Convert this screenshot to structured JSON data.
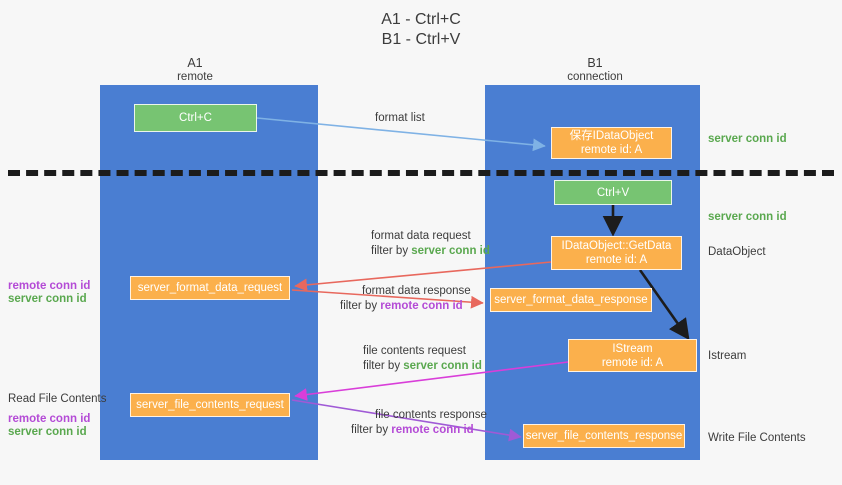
{
  "title": {
    "line1": "A1 - Ctrl+C",
    "line2": "B1 - Ctrl+V"
  },
  "columns": [
    {
      "name": "A1",
      "sub": "remote"
    },
    {
      "name": "B1",
      "sub": "connection"
    }
  ],
  "colors": {
    "lane": "#4a7ed2",
    "green_box": "#77c472",
    "orange_box": "#fbb04c",
    "server_conn_id": "#5aa84f",
    "remote_conn_id": "#b44bd6",
    "arrow_blue": "#7fb2e5",
    "arrow_red": "#e8685d",
    "arrow_magenta": "#d93ed9",
    "arrow_purple": "#a05ad6",
    "arrow_black": "#1c1c1c",
    "divider": "#1c1c1c",
    "background": "#f7f7f7"
  },
  "boxes": {
    "ctrl_c": {
      "label": "Ctrl+C",
      "kind": "green"
    },
    "save_idataobject": {
      "line1": "保存IDataObject",
      "line2": "remote id: A",
      "kind": "orange"
    },
    "ctrl_v": {
      "label": "Ctrl+V",
      "kind": "green"
    },
    "getdata": {
      "line1": "IDataObject::GetData",
      "line2": "remote id: A",
      "kind": "orange"
    },
    "istream": {
      "line1": "IStream",
      "line2": "remote id: A",
      "kind": "orange"
    },
    "server_format_data_request": {
      "label": "server_format_data_request",
      "kind": "orange"
    },
    "server_format_data_response": {
      "label": "server_format_data_response",
      "kind": "orange"
    },
    "server_file_contents_request": {
      "label": "server_file_contents_request",
      "kind": "orange"
    },
    "server_file_contents_response": {
      "label": "server_file_contents_response",
      "kind": "orange"
    }
  },
  "right_labels": {
    "server_conn_id_top": "server conn id",
    "server_conn_id_mid": "server conn id",
    "dataobject": "DataObject",
    "istream": "Istream",
    "write_file_contents": "Write File Contents"
  },
  "left_labels": {
    "remote_conn_id_1": "remote conn id",
    "server_conn_id_1": "server conn id",
    "read_file_contents": "Read File Contents",
    "remote_conn_id_2": "remote conn id",
    "server_conn_id_2": "server conn id"
  },
  "edges": {
    "format_list": {
      "label": "format list"
    },
    "format_data_request": {
      "label": "format data request",
      "filter_prefix": "filter by ",
      "filter_value": "server conn id"
    },
    "format_data_response": {
      "label": "format data response",
      "filter_prefix": "filter by ",
      "filter_value": "remote conn id"
    },
    "file_contents_request": {
      "label": "file contents request",
      "filter_prefix": "filter by ",
      "filter_value": "server conn id"
    },
    "file_contents_response": {
      "label": "file contents response",
      "filter_prefix": "filter by ",
      "filter_value": "remote conn id"
    }
  }
}
